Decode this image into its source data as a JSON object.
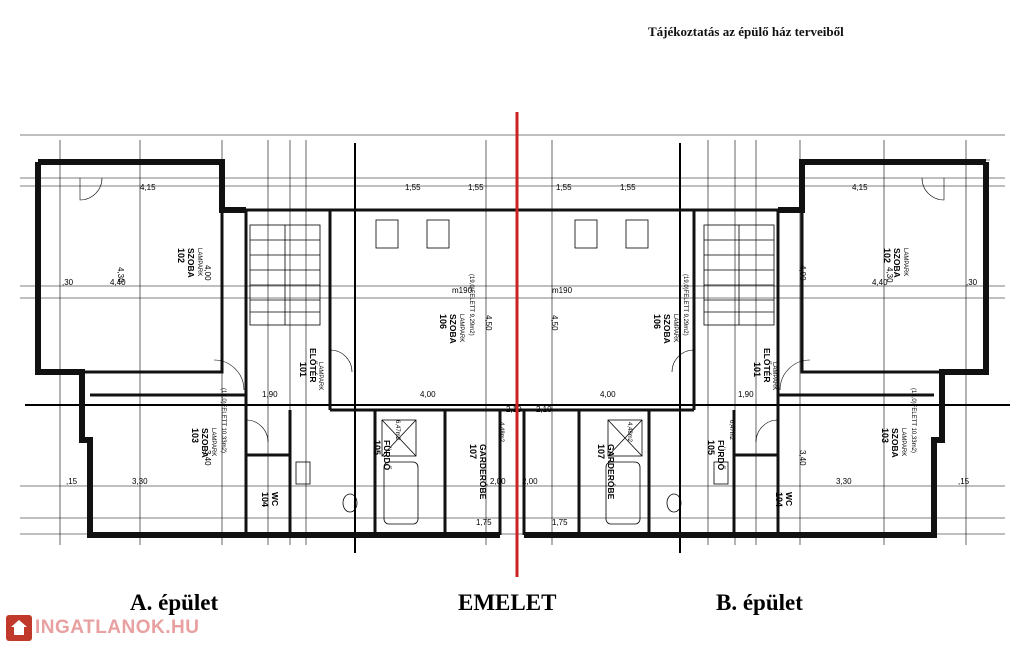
{
  "header": {
    "title": "Tájékoztatás az épülő ház terveiből"
  },
  "captions": {
    "left_building": "A. épület",
    "floor": "EMELET",
    "right_building": "B. épület"
  },
  "watermark": {
    "site": "INGATLANOK.HU"
  },
  "colors": {
    "divider": "#cc2222",
    "wall": "#111111",
    "line": "#000000",
    "logo": "#c0392b"
  },
  "rooms_left": [
    {
      "no": "102",
      "name": "SZOBA",
      "floor": "LAMPARK"
    },
    {
      "no": "106",
      "name": "SZOBA",
      "floor": "LAMPARK",
      "area": "(19,0)FELETT 9,29m2)"
    },
    {
      "no": "101",
      "name": "ELŐTÉR",
      "floor": "LAMPARK"
    },
    {
      "no": "103",
      "name": "SZOBA",
      "floor": "LAMPARK",
      "area": "(19,0)FELETT 10,33m2)"
    },
    {
      "no": "105",
      "name": "FÜRDŐ",
      "area": "6,47m2"
    },
    {
      "no": "107",
      "name": "GARDERÓBE",
      "area": "4,48m2"
    },
    {
      "no": "104",
      "name": "WC"
    }
  ],
  "rooms_right": [
    {
      "no": "102",
      "name": "SZOBA",
      "floor": "LAMPARK"
    },
    {
      "no": "106",
      "name": "SZOBA",
      "floor": "LAMPARK",
      "area": "(19,0)FELETT 9,29m2)"
    },
    {
      "no": "101",
      "name": "ELŐTÉR",
      "floor": "LAMPARK"
    },
    {
      "no": "103",
      "name": "SZOBA",
      "floor": "LAMPARK",
      "area": "(19,0)FELETT 10,33m2)"
    },
    {
      "no": "105",
      "name": "FÜRDŐ",
      "area": "6,47m2"
    },
    {
      "no": "107",
      "name": "GARDERÓBE",
      "area": "4,48m2"
    },
    {
      "no": "104",
      "name": "WC"
    }
  ],
  "dimensions": {
    "top": [
      "1,55",
      "1,55",
      "1,55",
      "1,55",
      "4,15",
      "4,15"
    ],
    "heights": [
      "4,30",
      "4,00",
      "4,50",
      "4,50",
      "4,00",
      "4,30",
      "3,40",
      "3,40"
    ],
    "widths": [
      "4,40",
      "4,40",
      "4,00",
      "4,00",
      "3,30",
      "3,30",
      "1,90",
      "1,90",
      "1,75",
      "1,75"
    ],
    "misc": [
      "m190",
      "m190",
      ",30",
      ",30",
      "2,00",
      "2,00",
      "2,10",
      "2,10",
      ",15",
      ",15"
    ]
  }
}
